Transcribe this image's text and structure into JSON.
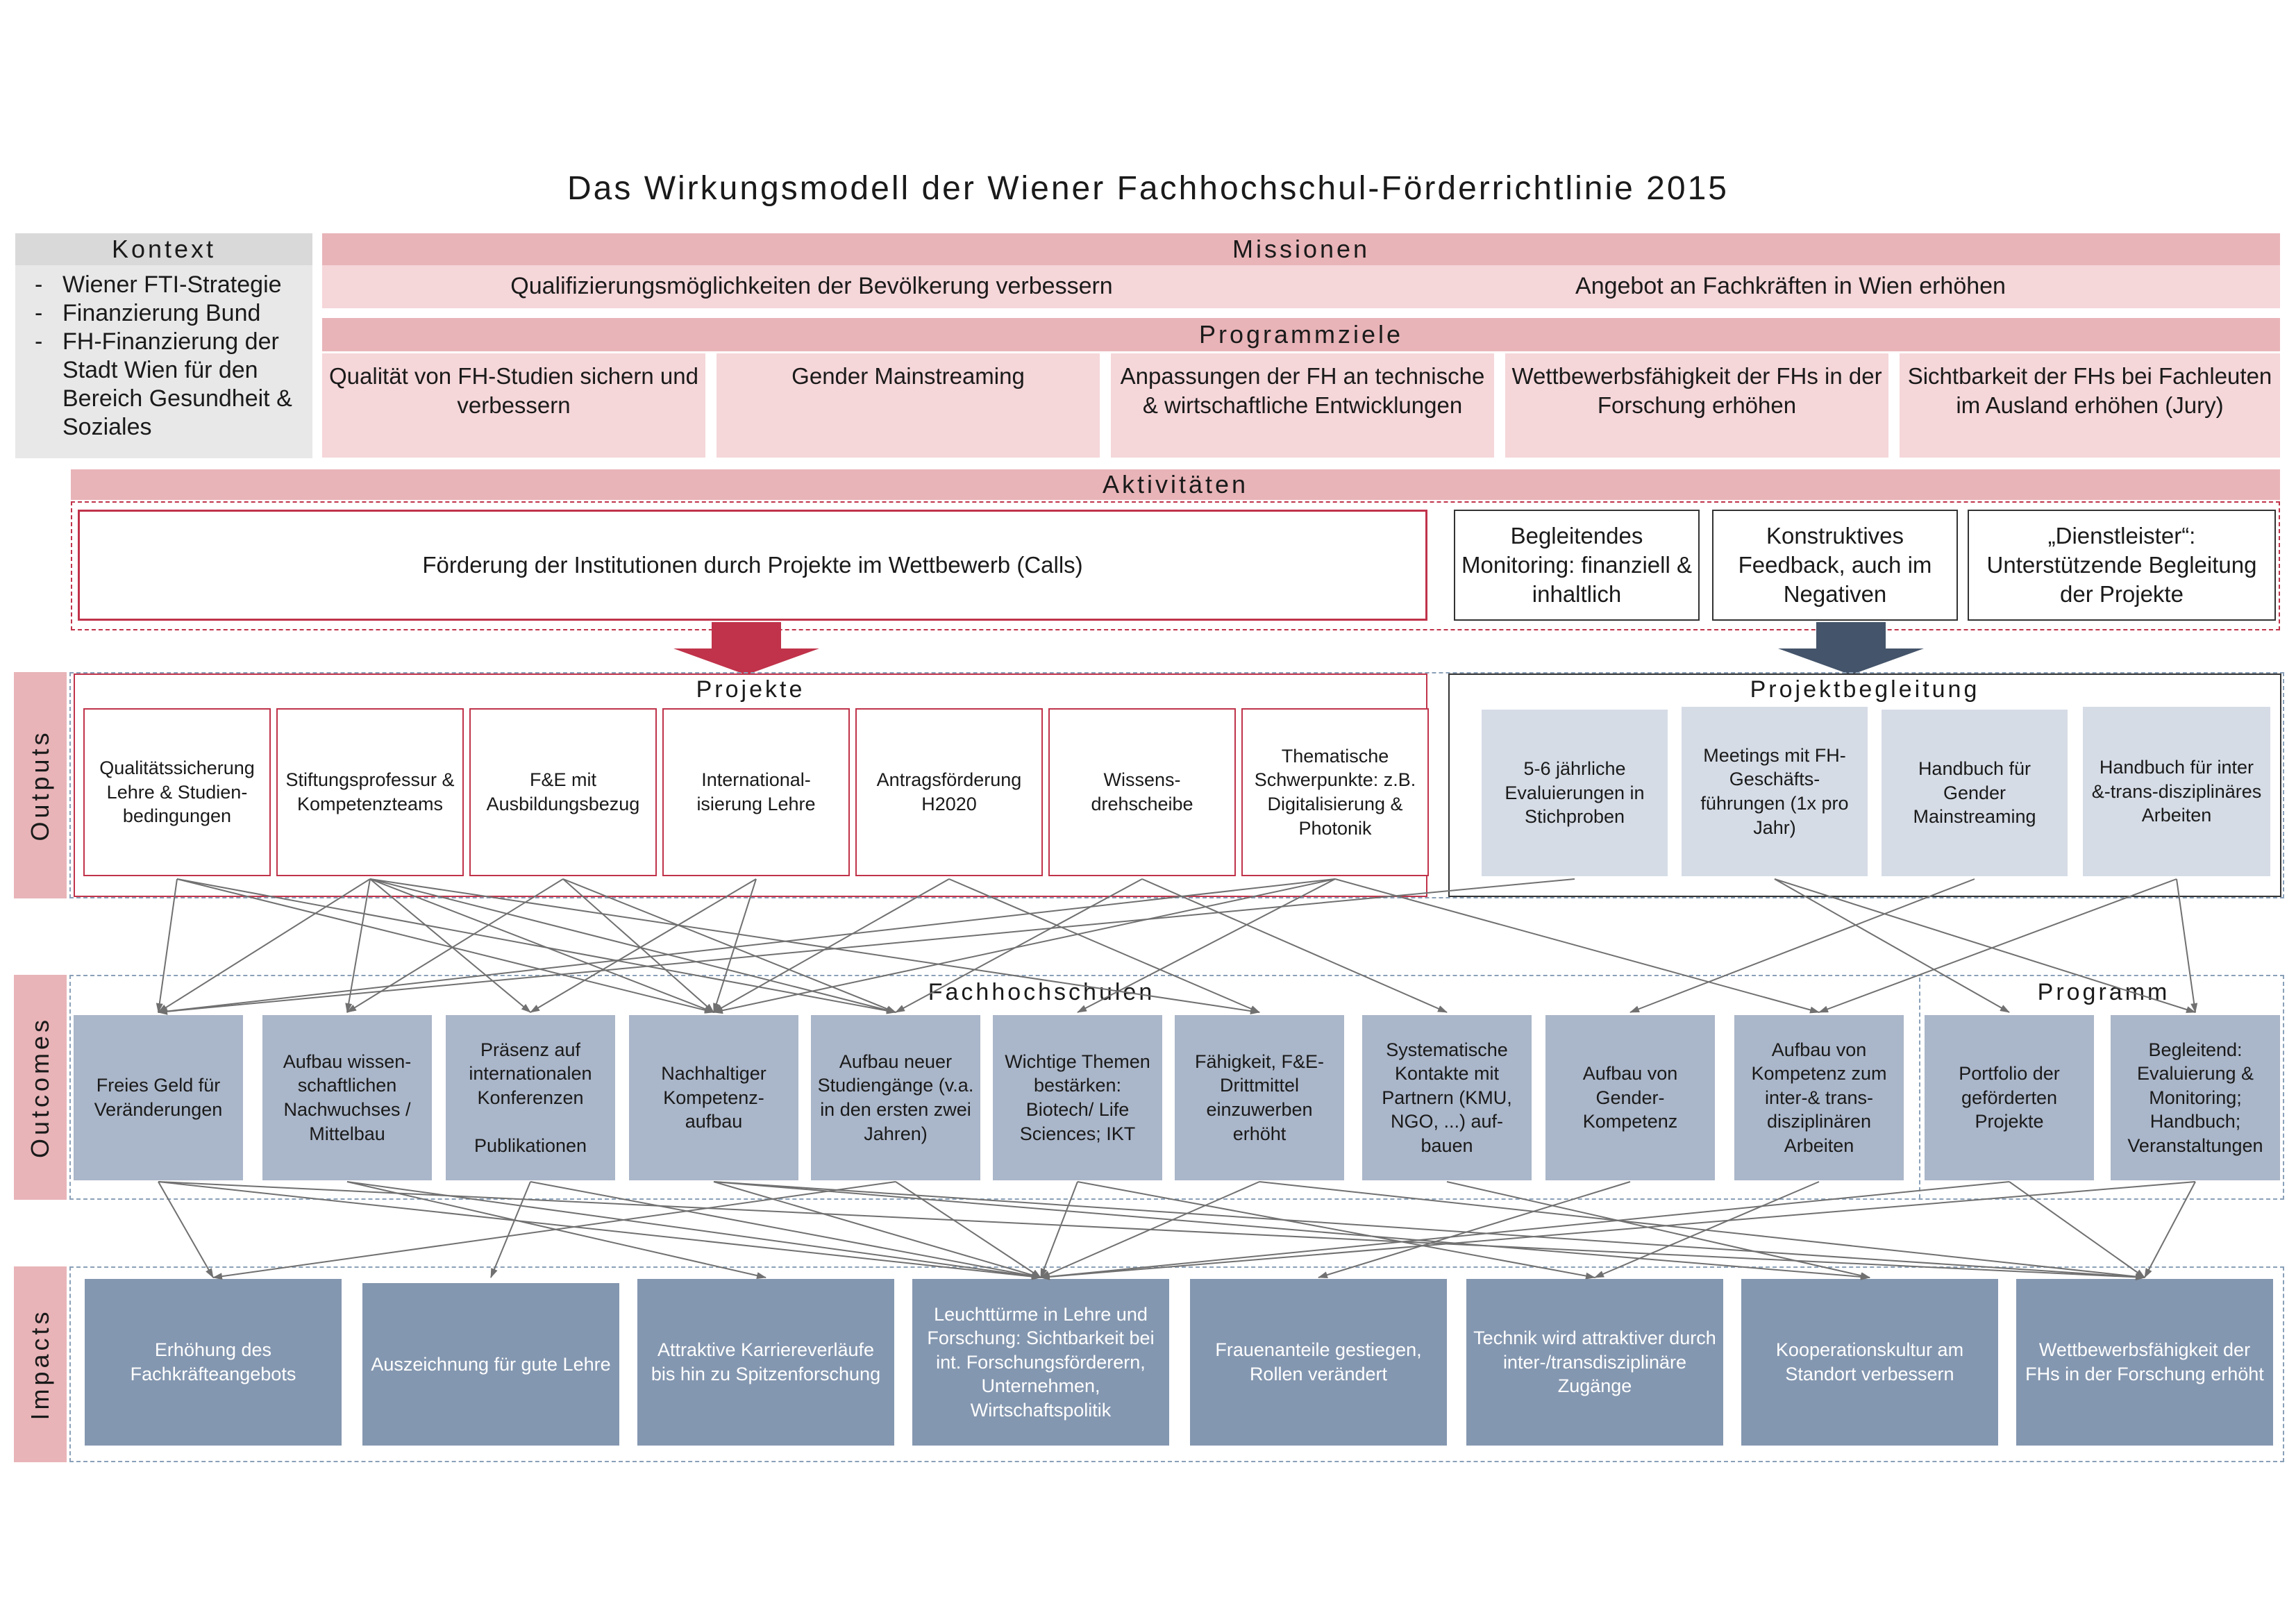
{
  "title": "Das Wirkungsmodell der Wiener Fachhochschul-Förderrichtlinie 2015",
  "context": {
    "header": "Kontext",
    "items": [
      "Wiener FTI-Strategie",
      "Finanzierung Bund",
      "FH-Finanzierung der Stadt Wien für den Bereich Gesundheit & Soziales"
    ]
  },
  "missions": {
    "header": "Missionen",
    "items": [
      "Qualifizierungsmöglichkeiten der Bevölkerung verbessern",
      "Angebot an Fachkräften in Wien erhöhen"
    ]
  },
  "programmziele": {
    "header": "Programmziele",
    "items": [
      "Qualität von FH-Studien sichern und verbessern",
      "Gender Mainstreaming",
      "Anpassungen der FH an technische & wirtschaftliche Entwicklungen",
      "Wettbewerbsfähigkeit der FHs in der Forschung erhöhen",
      "Sichtbarkeit der FHs bei Fachleuten im Ausland erhöhen (Jury)"
    ]
  },
  "activities": {
    "header": "Aktivitäten",
    "main": "Förderung der Institutionen durch Projekte im Wettbewerb (Calls)",
    "side": [
      "Begleitendes Monitoring: finanziell & inhaltlich",
      "Konstruktives Feedback, auch im Negativen",
      "„Dienstleister“: Unterstützende Begleitung der Projekte"
    ]
  },
  "row_labels": {
    "outputs": "Outputs",
    "outcomes": "Outcomes",
    "impacts": "Impacts"
  },
  "outputs": {
    "projekte_label": "Projekte",
    "projekte": [
      "Qualitätssicherung Lehre & Studien-bedingungen",
      "Stiftungsprofessur & Kompetenzteams",
      "F&E mit Ausbildungsbezug",
      "International-isierung Lehre",
      "Antragsförderung H2020",
      "Wissens-drehscheibe",
      "Thematische Schwerpunkte: z.B. Digitalisierung & Photonik"
    ],
    "begleitung_label": "Projektbegleitung",
    "begleitung": [
      "5-6 jährliche Evaluierungen in Stichproben",
      "Meetings mit FH-Geschäfts-führungen (1x pro Jahr)",
      "Handbuch für Gender Mainstreaming",
      "Handbuch für inter &-trans-disziplinäres Arbeiten"
    ]
  },
  "outcomes": {
    "fh_label": "Fachhochschulen",
    "fh": [
      "Freies Geld für Veränderungen",
      "Aufbau wissen-schaftlichen Nachwuchses / Mittelbau",
      "Präsenz auf internationalen Konferenzen\n\nPublikationen",
      "Nachhaltiger Kompetenz-aufbau",
      "Aufbau neuer Studiengänge (v.a. in den ersten zwei Jahren)",
      "Wichtige Themen bestärken: Biotech/ Life Sciences; IKT",
      "Fähigkeit, F&E-Drittmittel einzuwerben erhöht",
      "Systematische Kontakte mit Partnern (KMU, NGO, ...) auf-bauen",
      "Aufbau von Gender-Kompetenz",
      "Aufbau von Kompetenz zum inter-& trans-disziplinären Arbeiten"
    ],
    "programm_label": "Programm",
    "programm": [
      "Portfolio der geförderten Projekte",
      "Begleitend: Evaluierung & Monitoring; Handbuch; Veranstaltungen"
    ]
  },
  "impacts": [
    "Erhöhung des Fachkräfteangebots",
    "Auszeichnung für gute Lehre",
    "Attraktive Karriereverläufe bis hin zu Spitzenforschung",
    "Leuchttürme in Lehre und Forschung: Sichtbarkeit bei int. Forschungsförderern, Unternehmen, Wirtschaftspolitik",
    "Frauenanteile gestiegen, Rollen verändert",
    "Technik wird attraktiver durch inter-/transdisziplinäre Zugänge",
    "Kooperationskultur am Standort verbessern",
    "Wettbewerbsfähigkeit der FHs in der Forschung erhöht"
  ],
  "colors": {
    "header_pink": "#e8b4b8",
    "light_pink": "#f5d6d9",
    "accent_red": "#c0334a",
    "arrow_red": "#c0334a",
    "arrow_navy": "#44546a",
    "output_grey": "#d5dce6",
    "outcome_blue": "#aab6c9",
    "impact_blue": "#8497b0",
    "connector": "#707070"
  }
}
